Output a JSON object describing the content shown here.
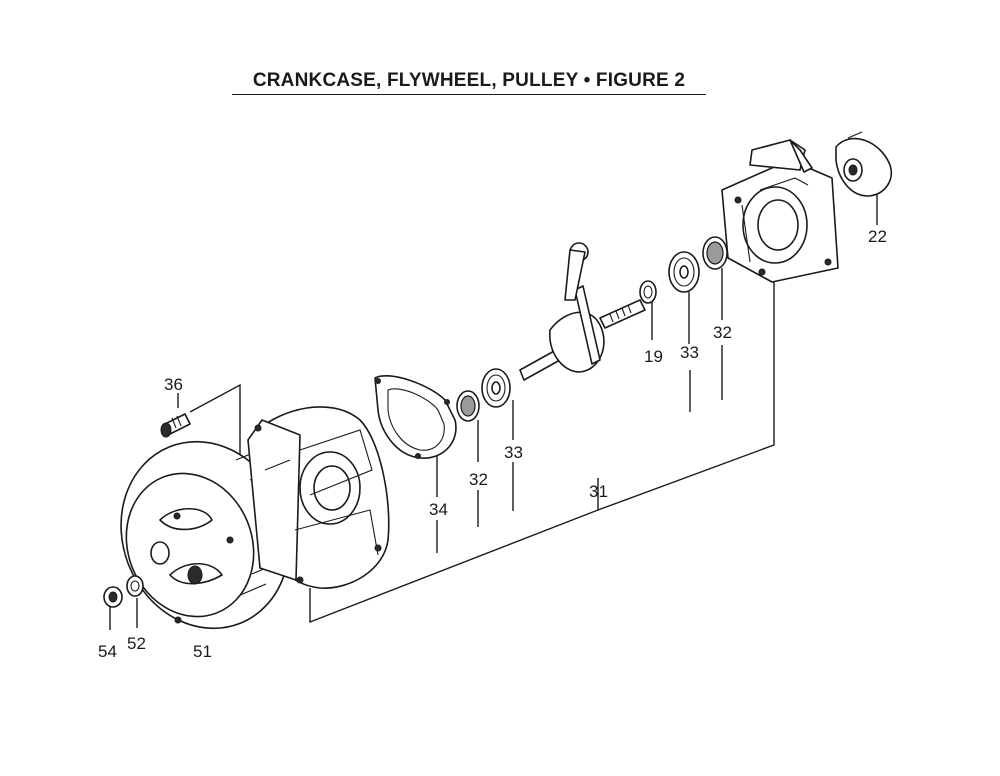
{
  "title": "CRANKCASE, FLYWHEEL, PULLEY  •  FIGURE 2",
  "callouts": {
    "p36": "36",
    "p34": "34",
    "p32a": "32",
    "p33a": "33",
    "p19": "19",
    "p33b": "33",
    "p32b": "32",
    "p31": "31",
    "p22": "22",
    "p54": "54",
    "p52": "52",
    "p51": "51"
  }
}
